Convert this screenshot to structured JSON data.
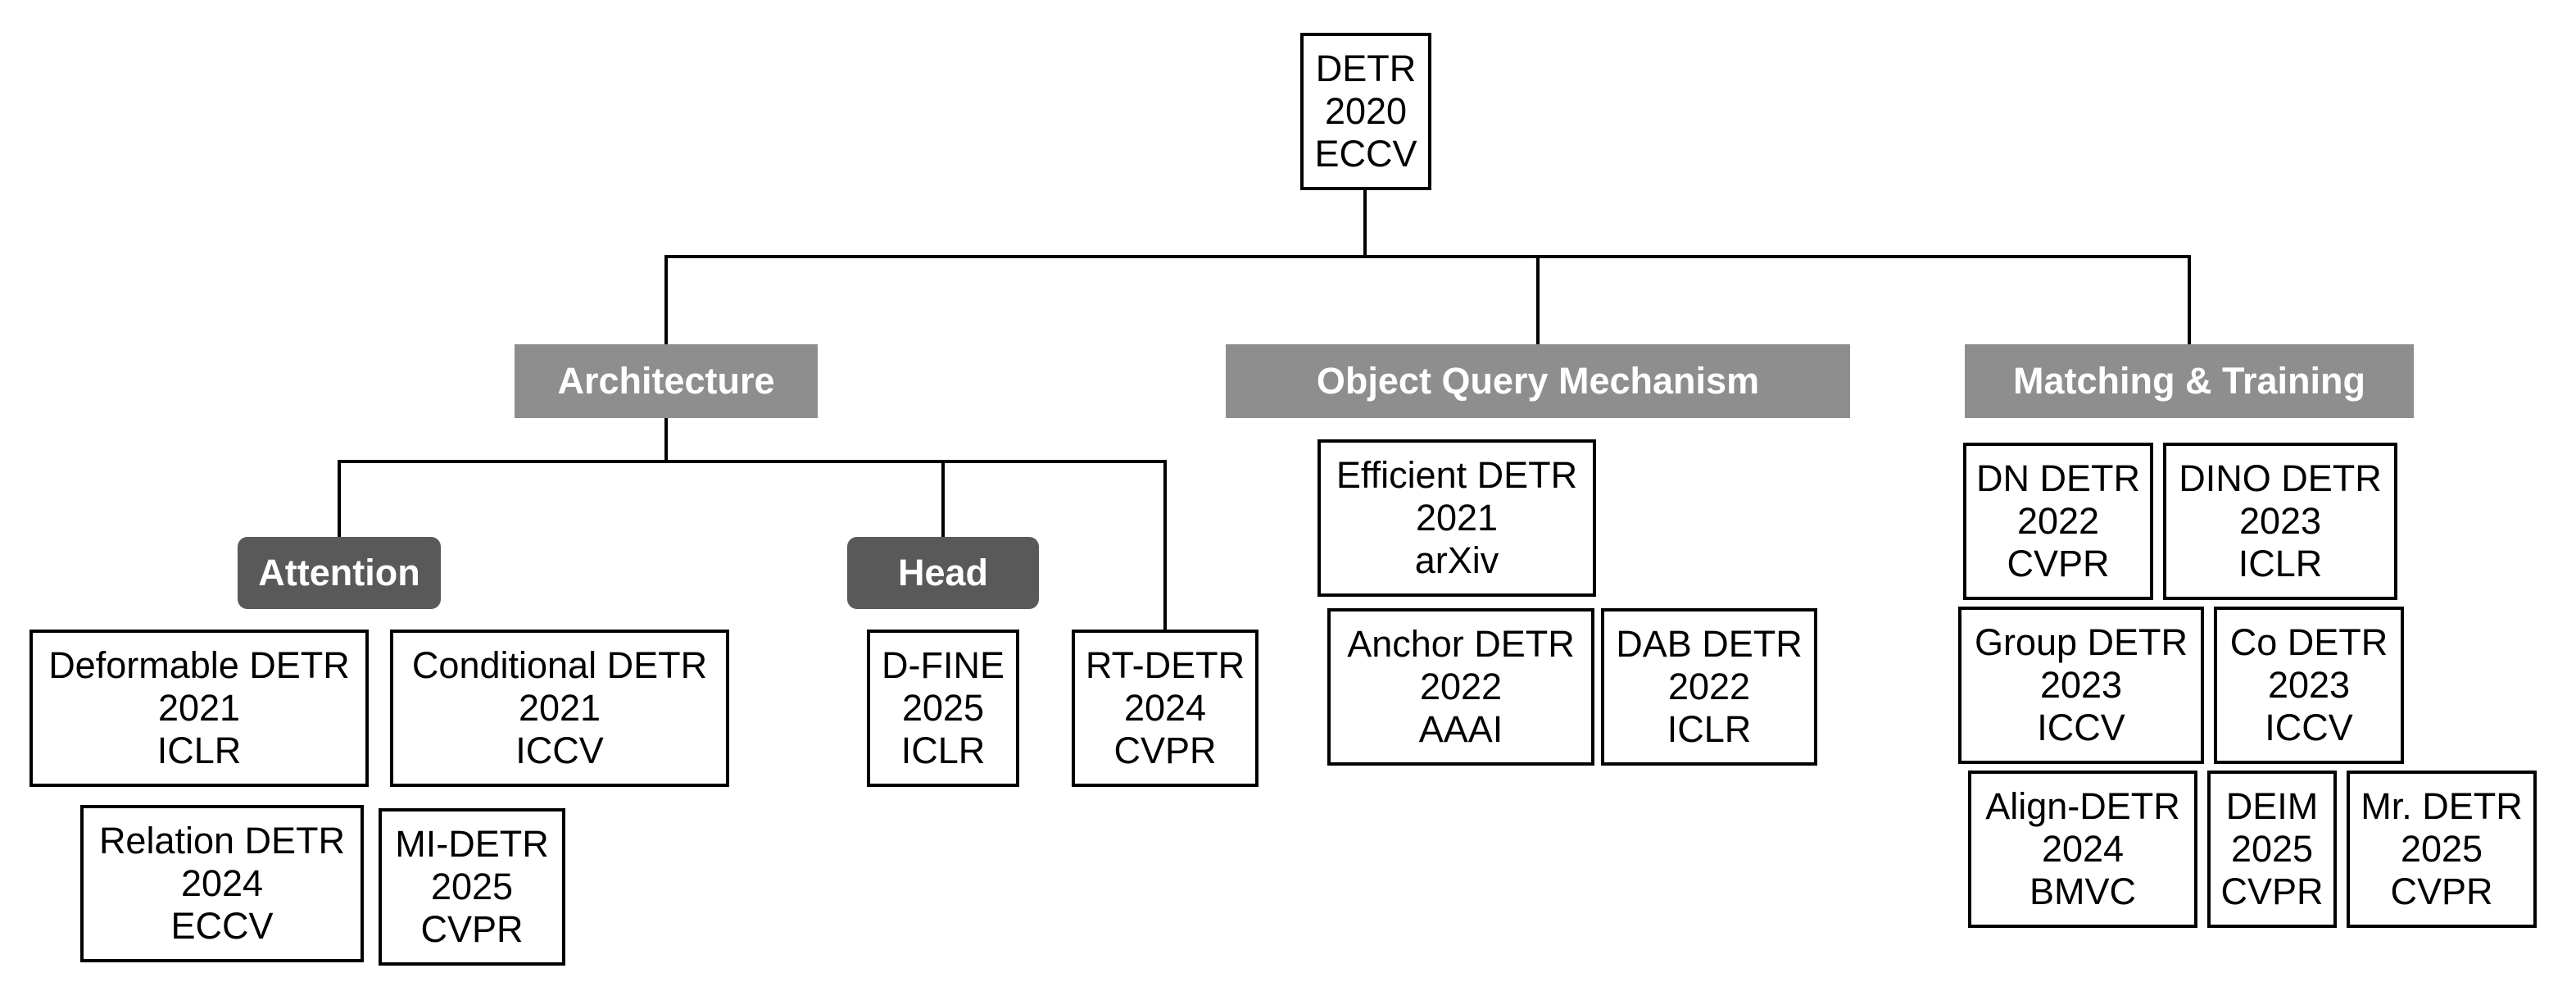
{
  "root": {
    "name": "DETR",
    "year": "2020",
    "venue": "ECCV"
  },
  "categories": {
    "architecture": "Architecture",
    "object_query": "Object Query Mechanism",
    "matching": "Matching & Training",
    "attention": "Attention",
    "head": "Head"
  },
  "papers": {
    "deformable": {
      "name": "Deformable DETR",
      "year": "2021",
      "venue": "ICLR"
    },
    "conditional": {
      "name": "Conditional DETR",
      "year": "2021",
      "venue": "ICCV"
    },
    "relation": {
      "name": "Relation DETR",
      "year": "2024",
      "venue": "ECCV"
    },
    "mi_detr": {
      "name": "MI-DETR",
      "year": "2025",
      "venue": "CVPR"
    },
    "d_fine": {
      "name": "D-FINE",
      "year": "2025",
      "venue": "ICLR"
    },
    "rt_detr": {
      "name": "RT-DETR",
      "year": "2024",
      "venue": "CVPR"
    },
    "efficient": {
      "name": "Efficient DETR",
      "year": "2021",
      "venue": "arXiv"
    },
    "anchor": {
      "name": "Anchor DETR",
      "year": "2022",
      "venue": "AAAI"
    },
    "dab": {
      "name": "DAB DETR",
      "year": "2022",
      "venue": "ICLR"
    },
    "dn": {
      "name": "DN DETR",
      "year": "2022",
      "venue": "CVPR"
    },
    "dino": {
      "name": "DINO DETR",
      "year": "2023",
      "venue": "ICLR"
    },
    "group": {
      "name": "Group DETR",
      "year": "2023",
      "venue": "ICCV"
    },
    "co": {
      "name": "Co DETR",
      "year": "2023",
      "venue": "ICCV"
    },
    "align": {
      "name": "Align-DETR",
      "year": "2024",
      "venue": "BMVC"
    },
    "deim": {
      "name": "DEIM",
      "year": "2025",
      "venue": "CVPR"
    },
    "mr": {
      "name": "Mr. DETR",
      "year": "2025",
      "venue": "CVPR"
    }
  }
}
